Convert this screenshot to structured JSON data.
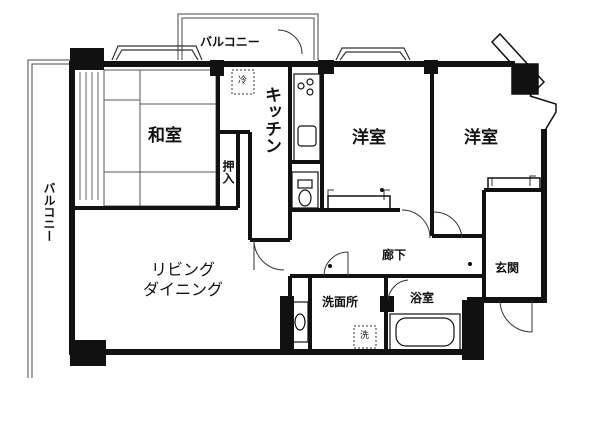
{
  "floorplan": {
    "rooms": {
      "washitsu": "和室",
      "yoshitsu_left": "洋室",
      "yoshitsu_right": "洋室",
      "kitchen": "キッチン",
      "oshiire": "押入",
      "living_line1": "リビング",
      "living_line2": "ダイニング",
      "roka": "廊下",
      "genkan": "玄関",
      "senmenjo": "洗面所",
      "yokushitsu": "浴室"
    },
    "balcony_top": "バルコニー",
    "balcony_side": "バルコニー",
    "laundry_mark": "洗",
    "fridge_mark": "冷"
  }
}
